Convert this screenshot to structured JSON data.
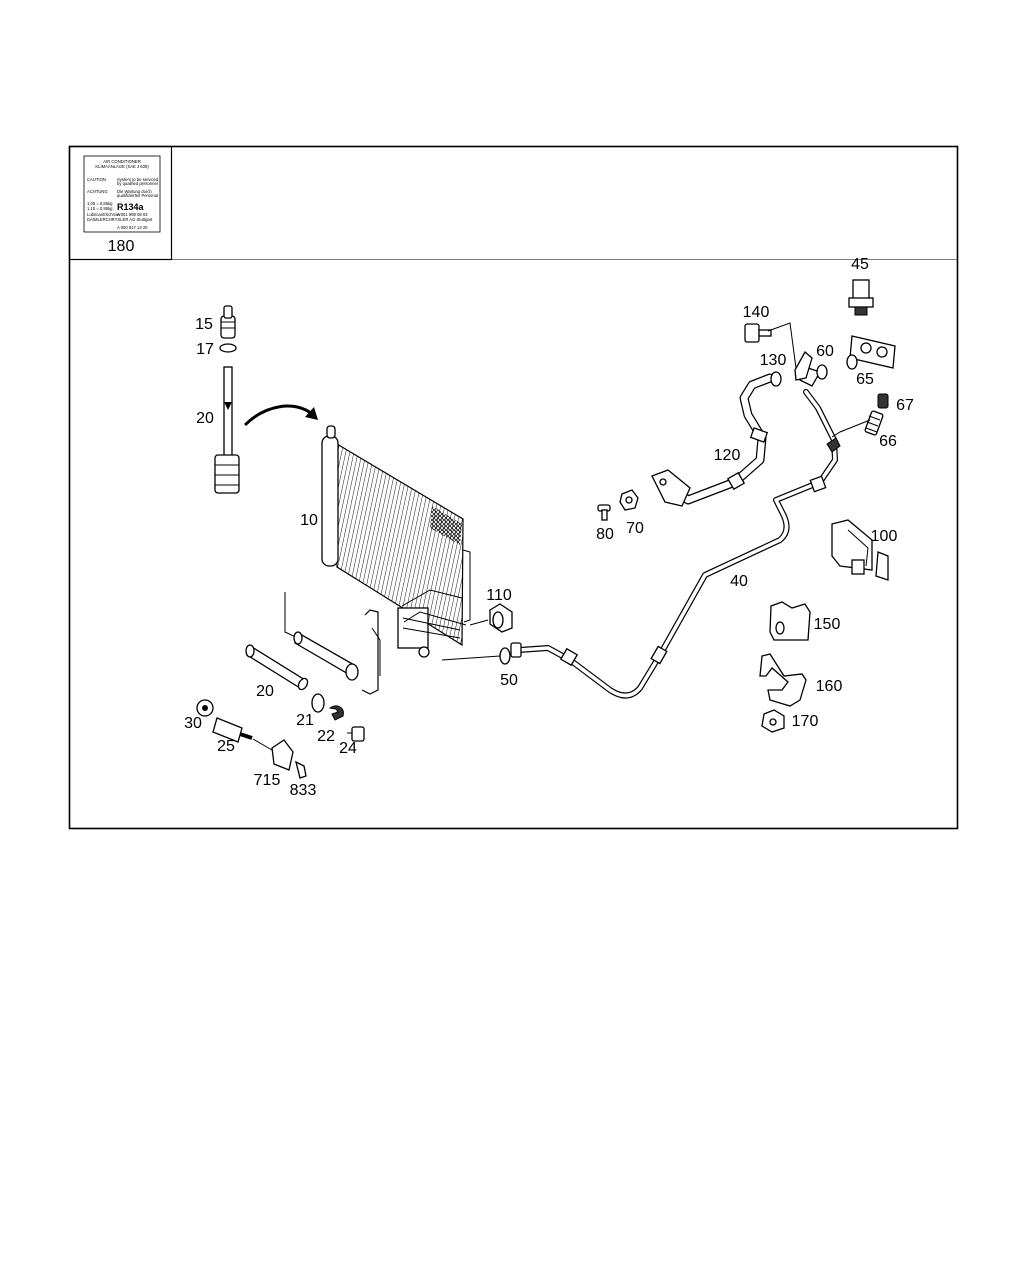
{
  "callouts": {
    "c180": "180",
    "c45": "45",
    "c15": "15",
    "c17": "17",
    "c20a": "20",
    "c140": "140",
    "c130": "130",
    "c60": "60",
    "c65": "65",
    "c67": "67",
    "c66": "66",
    "c120": "120",
    "c10": "10",
    "c80": "80",
    "c70": "70",
    "c100": "100",
    "c40": "40",
    "c110": "110",
    "c150": "150",
    "c50": "50",
    "c160": "160",
    "c20b": "20",
    "c21": "21",
    "c22": "22",
    "c24": "24",
    "c30": "30",
    "c25": "25",
    "c170": "170",
    "c715": "715",
    "c833": "833"
  },
  "label_180": {
    "title1": "AIR CONDITIONER",
    "title2": "KLIMAANLAGE (SAE J 639)",
    "caution_head": "CAUTION",
    "caution_text1": "System to be serviced",
    "caution_text2": "by qualified personnel",
    "achtung_head": "ACHTUNG",
    "achtung_text1": "Die Wartung durch",
    "achtung_text2": "qualifiziertes Personal",
    "refrigerant": "R134a",
    "line_a": "1,05 = 0,85kg",
    "line_b": "1,15 = 0,95kg",
    "lubricant": "Lubricant/Schmier",
    "oil_no": "A 001 989 08 03",
    "maker": "DAIMLERCHRYSLER AG Stuttgart",
    "part_no": "A 000 817 13 20"
  }
}
